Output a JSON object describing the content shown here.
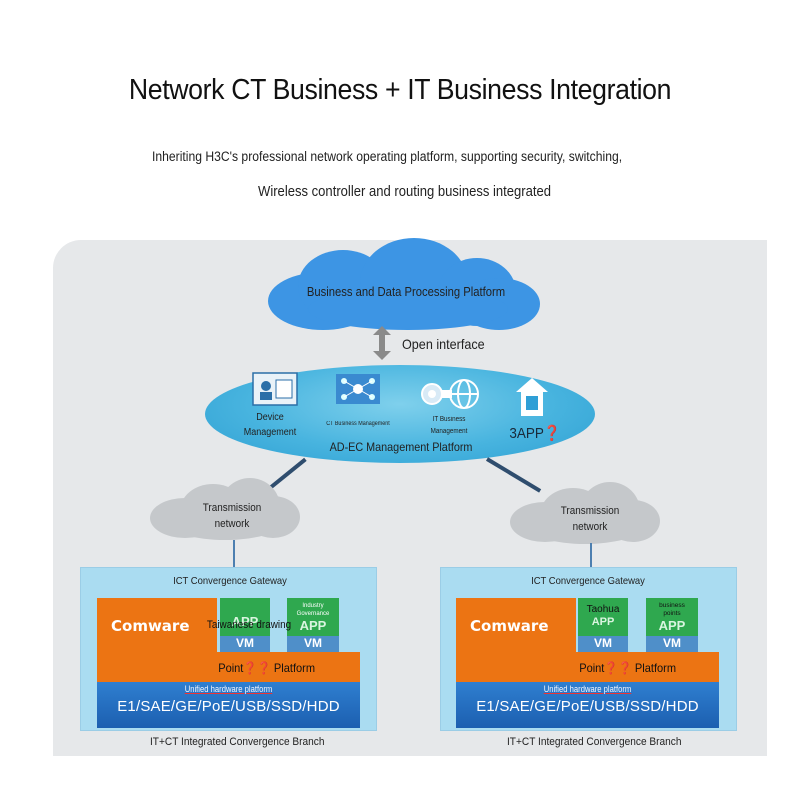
{
  "title": "Network CT Business + IT Business Integration",
  "subtitle_line1": "Inheriting H3C's professional network operating platform, supporting security, switching,",
  "subtitle_line2": "Wireless controller and routing business integrated",
  "diagram": {
    "top_cloud_label": "Business and Data Processing Platform",
    "open_interface": "Open interface",
    "management": {
      "device": "Device\nManagement",
      "ct": "CT Business Management",
      "it": "IT Business\nManagement",
      "app3": "3APP❓",
      "platform": "AD-EC Management Platform"
    },
    "left_branch": {
      "transmission": "Transmission\nnetwork",
      "gateway": "ICT Convergence Gateway",
      "comware": "Comware",
      "app1_top": "Taiwanese drawing",
      "app2_small": "Industry\nGovernance",
      "app1_big": "APP",
      "app2_big": "APP",
      "vm": "VM",
      "point_platform": "Point❓❓ Platform",
      "hw_title": "Unified hardware platform",
      "hw_items": "E1/SAE/GE/PoE/USB/SSD/HDD",
      "caption": "IT+CT Integrated Convergence Branch"
    },
    "right_branch": {
      "transmission": "Transmission\nnetwork",
      "gateway": "ICT Convergence Gateway",
      "comware": "Comware",
      "app1_top": "Taohua",
      "app2_small": "business\npoints",
      "app1_big": "APP",
      "app2_big": "APP",
      "vm": "VM",
      "point_platform": "Point❓❓ Platform",
      "hw_title": "Unified hardware platform",
      "hw_items": "E1/SAE/GE/PoE/USB/SSD/HDD",
      "caption": "IT+CT Integrated Convergence Branch"
    }
  },
  "colors": {
    "cloud_blue": "#3d95e4",
    "ellipse": "#48b4df",
    "orange": "#ec7413",
    "hardware_blue": "#1c5fb0",
    "app_green": "#2fa84f",
    "vm_blue": "#4f8fc9"
  }
}
